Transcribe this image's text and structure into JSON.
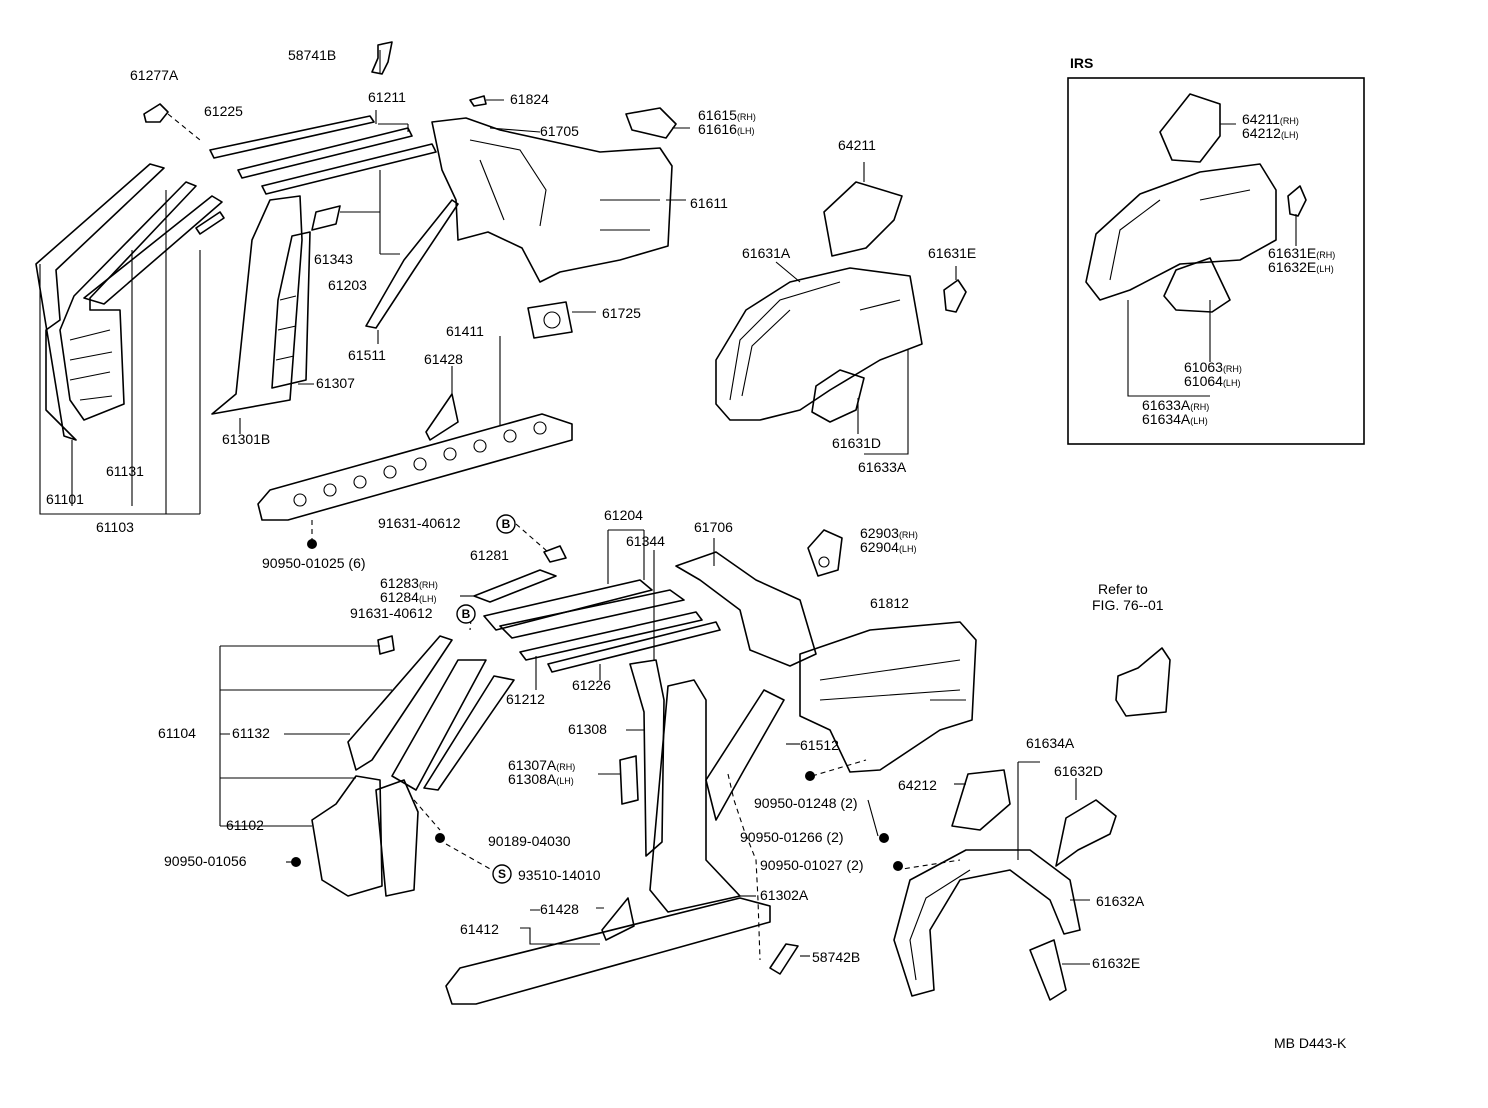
{
  "diagram": {
    "irs": {
      "title": "IRS",
      "labels": {
        "64211_rh": "64211",
        "64212_lh": "64212",
        "61631e_rh": "61631E",
        "61632e_lh": "61632E",
        "61063_rh": "61063",
        "61064_lh": "61064",
        "61633a_rh": "61633A",
        "61634a_lh": "61634A"
      }
    },
    "side_suffix": {
      "rh": "(RH)",
      "lh": "(LH)"
    },
    "refer": {
      "line1": "Refer to",
      "line2": "FIG. 76--01"
    },
    "circle_letters": {
      "b": "B",
      "s": "S"
    },
    "footer_code": "MB D443-K",
    "labels": {
      "58741B": "58741B",
      "61277A": "61277A",
      "61225": "61225",
      "61211": "61211",
      "61824": "61824",
      "61615_rh": "61615",
      "61616_lh": "61616",
      "61705": "61705",
      "61611": "61611",
      "64211": "64211",
      "61631E": "61631E",
      "61631A": "61631A",
      "61343": "61343",
      "61203": "61203",
      "61511": "61511",
      "61725": "61725",
      "61411": "61411",
      "61428_top": "61428",
      "61307": "61307",
      "61301B": "61301B",
      "61131": "61131",
      "61101": "61101",
      "61103": "61103",
      "61631D": "61631D",
      "61633A": "61633A",
      "91631_40612_top": "91631-40612",
      "61204": "61204",
      "61344": "61344",
      "61706": "61706",
      "62903_rh": "62903",
      "62904_lh": "62904",
      "61281": "61281",
      "90950_01025": "90950-01025  (6)",
      "61283_rh": "61283",
      "61284_lh": "61284",
      "91631_40612_mid": "91631-40612",
      "61812": "61812",
      "61104": "61104",
      "61132": "61132",
      "61212": "61212",
      "61226": "61226",
      "61308": "61308",
      "61307A_rh": "61307A",
      "61308A_lh": "61308A",
      "61512": "61512",
      "90950_01248": "90950-01248  (2)",
      "61634A": "61634A",
      "61632D": "61632D",
      "64212": "64212",
      "61102": "61102",
      "90189_04030": "90189-04030",
      "90950_01266": "90950-01266  (2)",
      "90950_01056": "90950-01056",
      "93510_14010": "93510-14010",
      "90950_01027": "90950-01027  (2)",
      "61302A": "61302A",
      "61632A": "61632A",
      "61412": "61412",
      "61428_bottom": "61428",
      "58742B": "58742B",
      "61632E": "61632E"
    }
  }
}
